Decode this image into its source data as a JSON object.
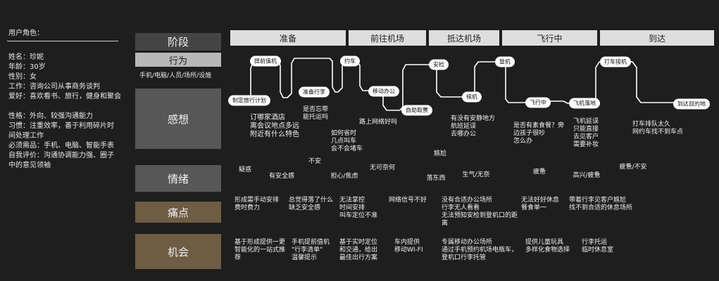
{
  "persona": {
    "title": "用户角色：",
    "lines": [
      "姓名：珍妮",
      "年龄：30岁",
      "性别：女",
      "工作：咨询公司从事商务谈判",
      "爱好：喜欢看书、旅行，健身和聚会",
      "",
      "性格：外向、较强沟通能力",
      "习惯：注重效率，善于利用碎片时",
      "间处理工作",
      "必须需品：手机、电脑、智能手表",
      "自我评价：沟通协调能力强、圈子",
      "中的意见领袖"
    ]
  },
  "rows": {
    "stage": "阶段",
    "behavior": "行为",
    "touchpoints": "手机/电脑/人员/场所/设施",
    "thoughts": "感想",
    "emotion": "情绪",
    "pain": "痛点",
    "opportunity": "机会"
  },
  "phases": [
    "准备",
    "前往机场",
    "抵达机场",
    "飞行中",
    "到达"
  ],
  "nodes": [
    "制定旅行计划",
    "提前值机",
    "准备行李",
    "约车",
    "移动办公",
    "自助取票",
    "安检",
    "候机",
    "登机",
    "飞行中",
    "飞机落地",
    "打车接机",
    "到达目的地"
  ],
  "thoughts": [
    "订哪家酒店\n离会议地点多远\n附近有什么特色",
    "是否忘带\n能托运吗",
    "如何省时\n几点叫车\n会不会堵车",
    "路上网络好吗",
    "有没有安静地方\n航班延误\n去哪办公",
    "是否有素食餐？旁\n边孩子很吵\n怎么办",
    "飞机延误\n只能直接\n去见客户\n需要补妆",
    "打车排队太久\n网约车找不到车点"
  ],
  "emotions": [
    "疑惑",
    "有安全感",
    "不安",
    "担心/焦虑",
    "无可奈何",
    "尴尬",
    "落东西",
    "生气/无奈",
    "疲惫",
    "高兴/疲惫",
    "疲惫/不安"
  ],
  "pains": [
    "形成需手动安排\n费时费力",
    "总觉得落了什么\n缺乏安全感",
    "无法掌控\n时间安排\n叫车定位不准",
    "网络信号不好",
    "没有合适办公场所\n行李无人看看\n无法预知安检到登机口的距\n离",
    "无法好好休息\n餐食单一",
    "带着行李见客户尴尬\n找不到合适的休息场所"
  ],
  "opportunities": [
    "基于形成提供一更\n智能化的一站式推\n荐",
    "手机提前值机\n\"行李清单\"\n温馨提示",
    "基于实时定位\n和交通，给出\n最佳出行方案",
    "车内提供\n移动WI-FI",
    "专属移动办公场所\n通过手机预约机场电瓶车，\n登机口行李托管",
    "提供儿童玩具\n多样化食物选择",
    "行李托运\n临时休息室"
  ]
}
